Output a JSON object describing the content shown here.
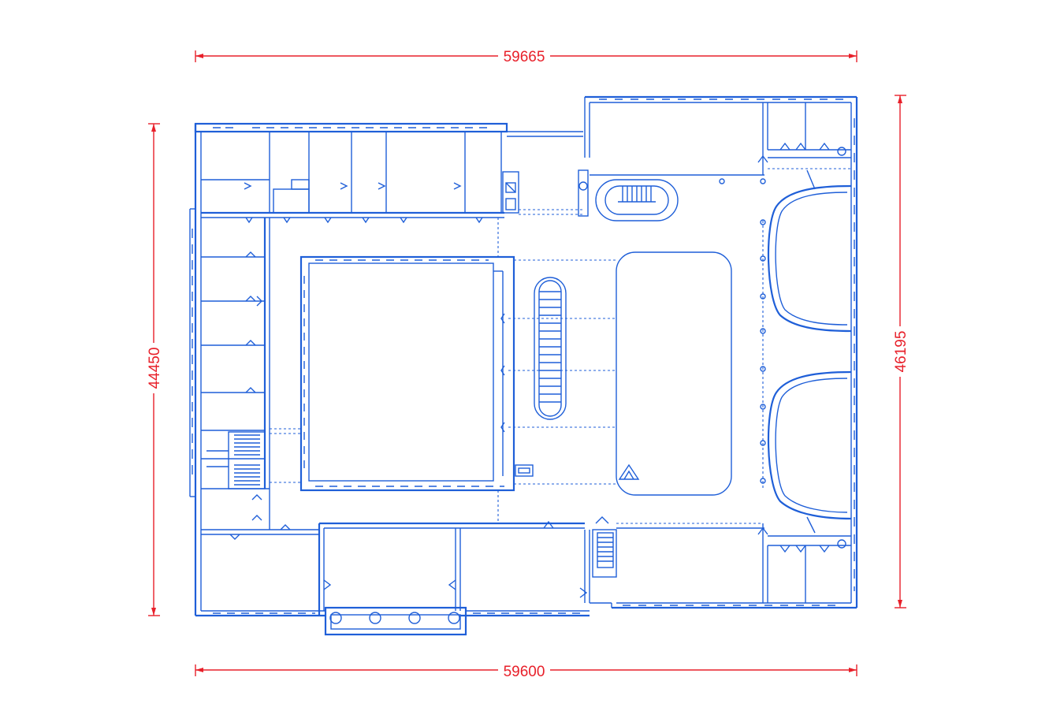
{
  "dimensions": {
    "top_width": "59665",
    "bottom_width": "59600",
    "left_height": "44450",
    "right_height": "46195"
  },
  "colors": {
    "dimension": "#e8202a",
    "plan": "#1f5fd8",
    "background": "#ffffff"
  }
}
